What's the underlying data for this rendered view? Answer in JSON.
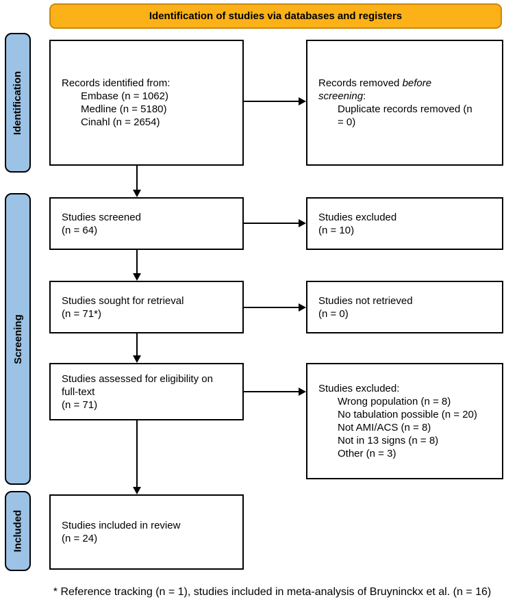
{
  "banner": {
    "label": "Identification of studies via databases and registers"
  },
  "sidebar": {
    "identification": "Identification",
    "screening": "Screening",
    "included": "Included"
  },
  "colors": {
    "banner_fill": "#FBB117",
    "banner_border": "#C9870C",
    "sidebar_fill": "#9CC2E5",
    "box_border": "#000000"
  },
  "boxes": {
    "records_identified": {
      "title": "Records identified from:",
      "items": [
        "Embase (n = 1062)",
        "Medline (n = 5180)",
        "Cinahl (n = 2654)"
      ]
    },
    "records_removed": {
      "line1_prefix": "Records removed ",
      "line1_italic": "before",
      "line2_italic": "screening",
      "line2_suffix": ":",
      "item_line1": "Duplicate records removed  (n",
      "item_line2": "= 0)"
    },
    "studies_screened": {
      "lines": [
        "Studies screened",
        "(n = 64)"
      ]
    },
    "studies_excluded_screening": {
      "lines": [
        "Studies excluded",
        "(n = 10)"
      ]
    },
    "studies_sought": {
      "lines": [
        "Studies sought for retrieval",
        "(n = 71*)"
      ]
    },
    "studies_not_retrieved": {
      "lines": [
        "Studies not retrieved",
        "(n = 0)"
      ]
    },
    "studies_assessed": {
      "lines": [
        "Studies assessed for eligibility on",
        "full-text",
        "(n = 71)"
      ]
    },
    "studies_excluded_fulltext": {
      "title": "Studies excluded:",
      "items": [
        "Wrong population (n = 8)",
        "No tabulation possible (n = 20)",
        "Not AMI/ACS (n = 8)",
        "Not in 13 signs (n = 8)",
        "Other (n = 3)"
      ]
    },
    "studies_included": {
      "lines": [
        "Studies included in review",
        "(n = 24)"
      ]
    }
  },
  "footnote": "* Reference tracking (n = 1), studies included in meta-analysis of Bruyninckx et al. (n = 16)"
}
